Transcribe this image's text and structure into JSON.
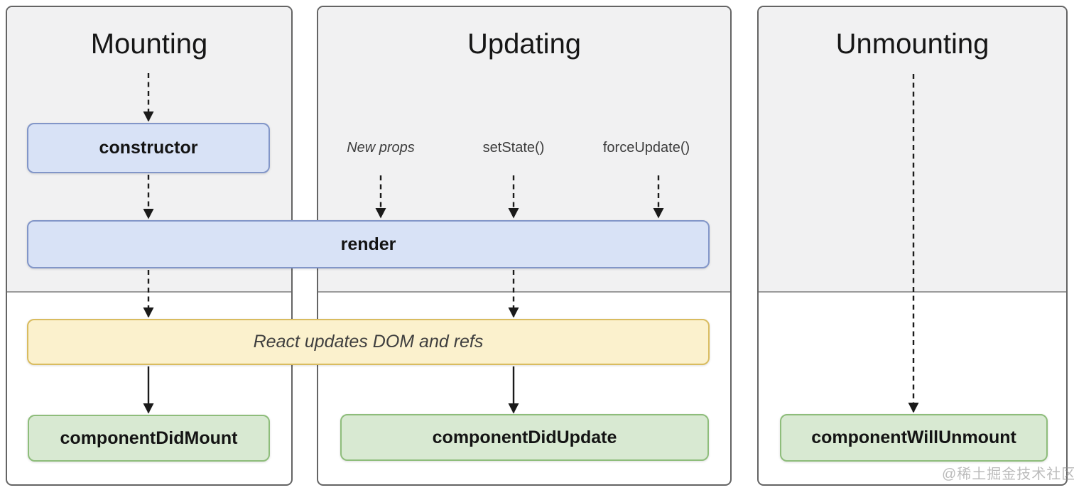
{
  "columns": [
    {
      "title": "Mounting"
    },
    {
      "title": "Updating",
      "triggers": [
        "New props",
        "setState()",
        "forceUpdate()"
      ]
    },
    {
      "title": "Unmounting"
    }
  ],
  "boxes": {
    "constructor_box": {
      "label": "constructor"
    },
    "render_box": {
      "label": "render"
    },
    "react_updates_box": {
      "label": "React updates DOM and refs"
    },
    "component_did_mount_box": {
      "label": "componentDidMount"
    },
    "component_did_update_box": {
      "label": "componentDidUpdate"
    },
    "component_will_unmount_box": {
      "label": "componentWillUnmount"
    }
  },
  "watermark": "@稀土掘金技术社区",
  "colors": {
    "lifecycle_blue_fill": "#d8e2f6",
    "lifecycle_blue_border": "#8296c8",
    "side_effect_yellow_fill": "#fbf1cd",
    "side_effect_yellow_border": "#d9bc60",
    "commit_green_fill": "#d8e9d2",
    "commit_green_border": "#8ebd7b",
    "panel_gray": "#f1f1f2",
    "panel_border": "#646464",
    "divider": "#9b9b9b",
    "arrow": "#1a1a1a"
  }
}
